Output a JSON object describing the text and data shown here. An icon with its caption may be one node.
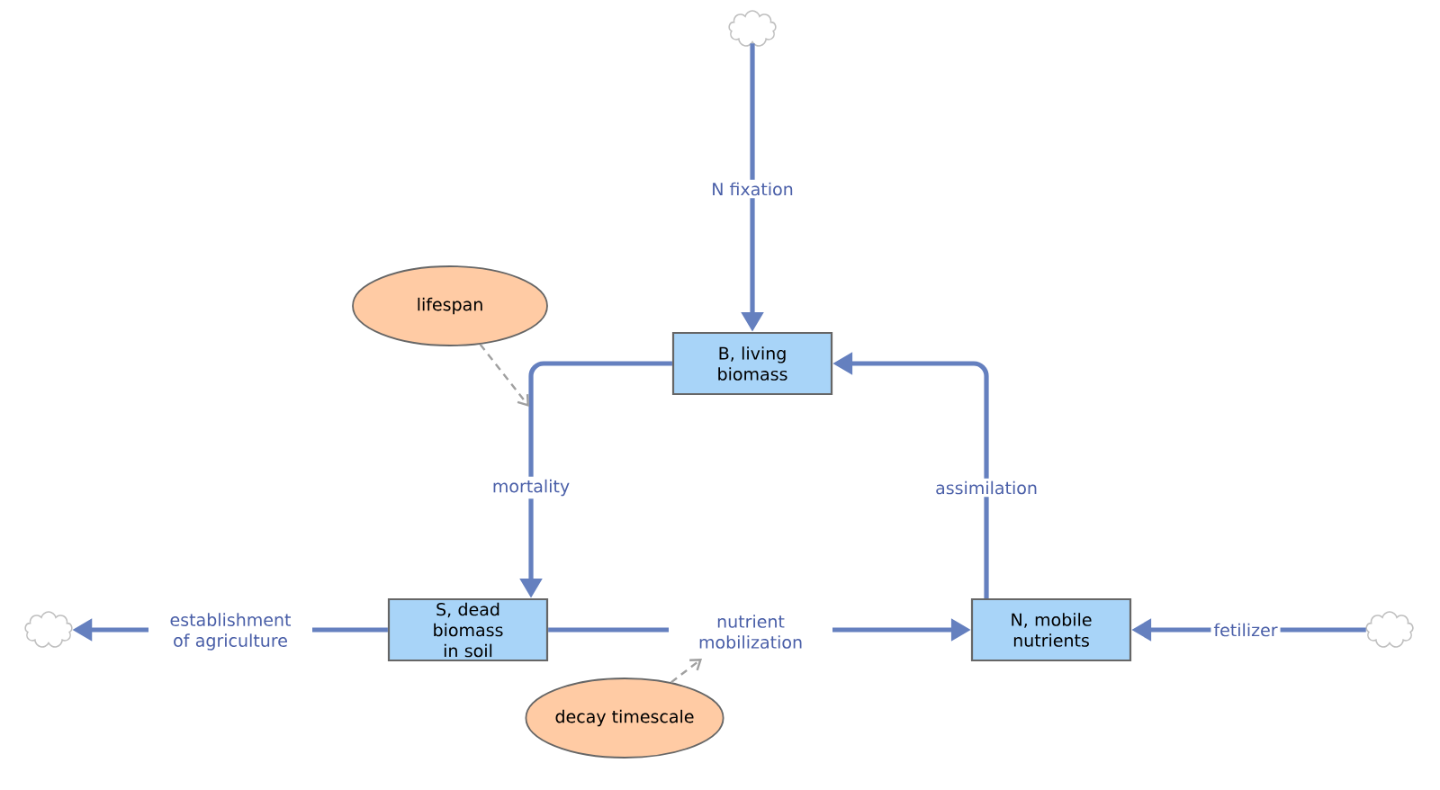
{
  "diagram": {
    "nodes": [
      {
        "text": [],
        "shape": "cloud"
      },
      {
        "text": [
          "lifespan"
        ]
      },
      {
        "text": [
          "B, living biomass"
        ]
      },
      {
        "text": [],
        "shape": "cloud"
      },
      {
        "text": [
          "S, dead biomass in soil"
        ]
      },
      {
        "text": [
          "N, mobile nutrients"
        ]
      },
      {
        "text": [],
        "shape": "cloud"
      },
      {
        "text": [
          "decay timescale"
        ]
      }
    ],
    "edges": [
      {
        "from": 0,
        "to": 2,
        "arrow": "to",
        "label": "N fixation"
      },
      {
        "from": 2,
        "to": 4,
        "arrow": "to",
        "label": "mortality"
      },
      {
        "from": 4,
        "to": 3,
        "arrow": "to",
        "label": "establishment of agriculture"
      },
      {
        "from": 4,
        "to": 5,
        "arrow": "to",
        "label": "nutrient mobilization"
      },
      {
        "from": 5,
        "to": 2,
        "arrow": "to",
        "label": "assimilation"
      },
      {
        "from": 6,
        "to": 5,
        "arrow": "to",
        "label": "fetilizer"
      },
      {
        "from": 1,
        "to": null,
        "arrow": "to",
        "style": "dashed",
        "color": "#a0a0a0"
      },
      {
        "from": 7,
        "to": null,
        "arrow": "to",
        "style": "dashed",
        "color": "#a0a0a0"
      }
    ]
  }
}
